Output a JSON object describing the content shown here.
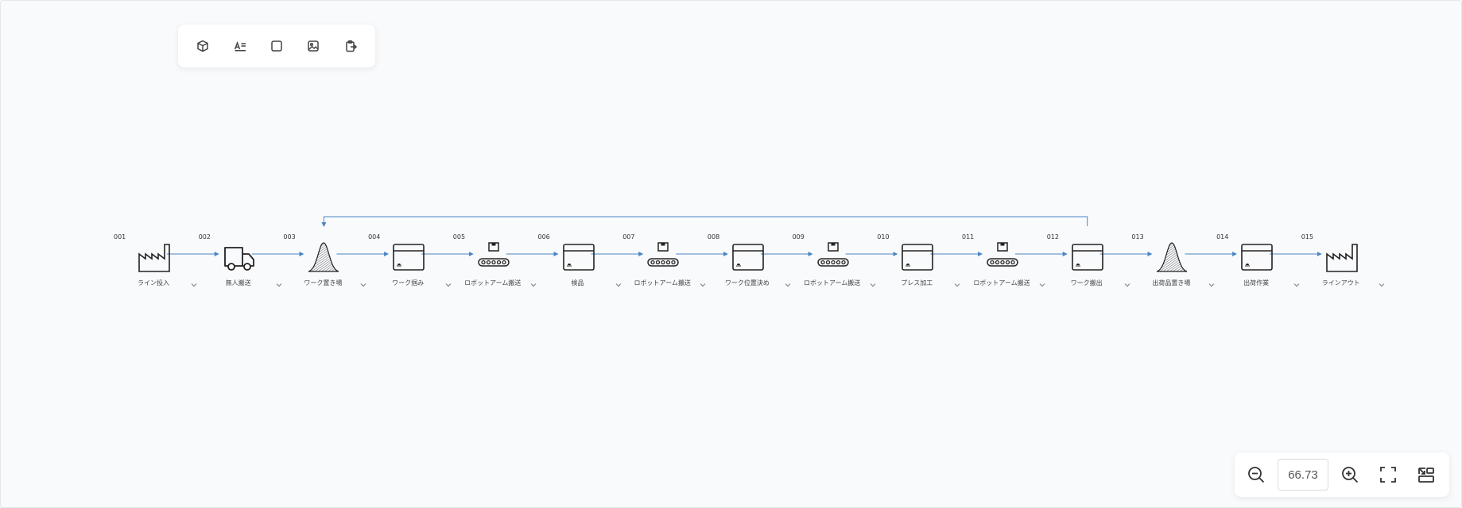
{
  "toolbar": {
    "tools": [
      {
        "icon": "cube-icon"
      },
      {
        "icon": "text-format-icon"
      },
      {
        "icon": "square-icon"
      },
      {
        "icon": "image-icon"
      },
      {
        "icon": "clipboard-export-icon"
      }
    ]
  },
  "flow": {
    "connector_color": "#4a86c5",
    "nodes": [
      {
        "num": "001",
        "label": "ライン投入",
        "icon": "factory-icon"
      },
      {
        "num": "002",
        "label": "無人搬送",
        "icon": "truck-icon"
      },
      {
        "num": "003",
        "label": "ワーク置き場",
        "icon": "buffer-icon"
      },
      {
        "num": "004",
        "label": "ワーク掴み",
        "icon": "process-icon"
      },
      {
        "num": "005",
        "label": "ロボットアーム搬送",
        "icon": "conveyor-icon"
      },
      {
        "num": "006",
        "label": "検品",
        "icon": "process-icon"
      },
      {
        "num": "007",
        "label": "ロボットアーム搬送",
        "icon": "conveyor-icon"
      },
      {
        "num": "008",
        "label": "ワーク位置決め",
        "icon": "process-icon"
      },
      {
        "num": "009",
        "label": "ロボットアーム搬送",
        "icon": "conveyor-icon"
      },
      {
        "num": "010",
        "label": "プレス加工",
        "icon": "process-icon"
      },
      {
        "num": "011",
        "label": "ロボットアーム搬送",
        "icon": "conveyor-icon"
      },
      {
        "num": "012",
        "label": "ワーク搬出",
        "icon": "process-icon"
      },
      {
        "num": "013",
        "label": "出荷品置き場",
        "icon": "buffer-icon"
      },
      {
        "num": "014",
        "label": "出荷作業",
        "icon": "process-icon"
      },
      {
        "num": "015",
        "label": "ラインアウト",
        "icon": "factory-icon"
      }
    ]
  },
  "zoom": {
    "value": "66.73"
  }
}
